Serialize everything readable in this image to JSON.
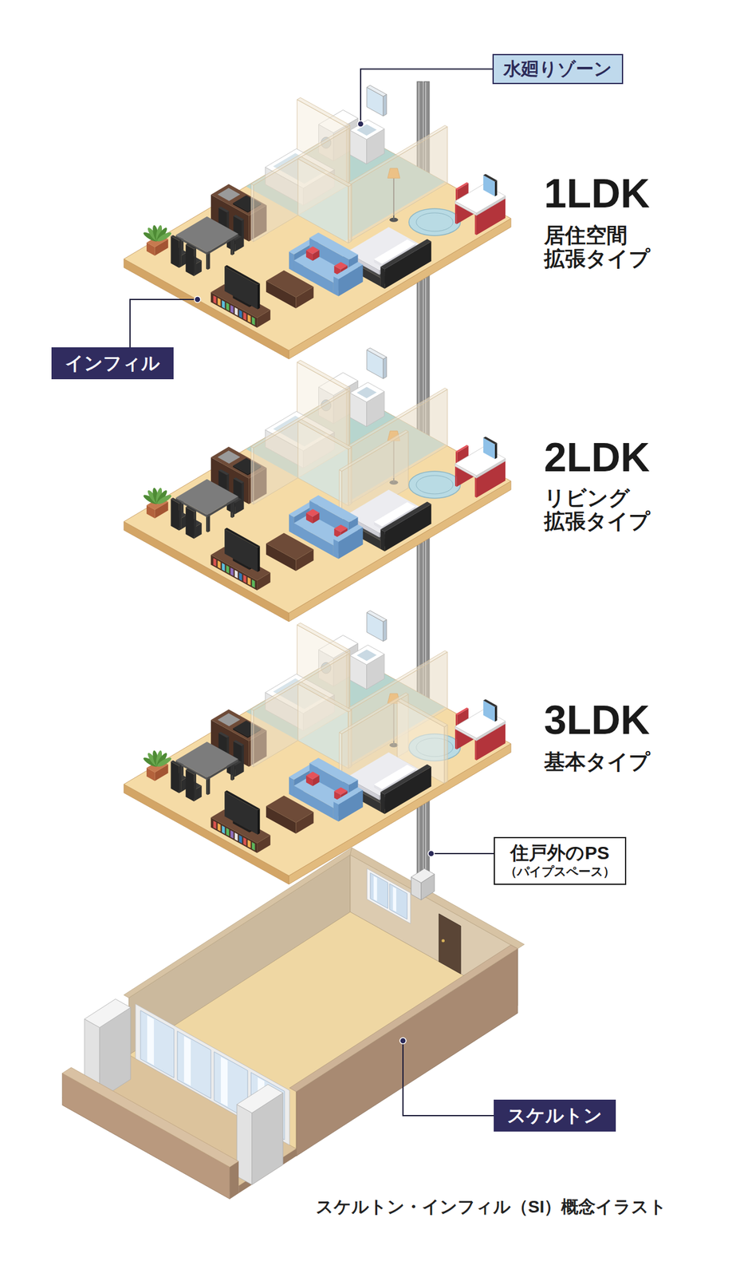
{
  "diagram": {
    "caption": "スケルトン・インフィル（SI）概念イラスト",
    "nodes": [
      {
        "text": [
          "水廻りゾーン"
        ]
      },
      {
        "text": [
          "インフィル"
        ]
      },
      {
        "text": [
          "住戸外のPS",
          "（パイプスペース）"
        ]
      },
      {
        "text": [
          "スケルトン"
        ]
      }
    ],
    "labels": [
      "1LDK",
      "居住空間 拡張タイプ",
      "2LDK",
      "リビング 拡張タイプ",
      "3LDK",
      "基本タイプ"
    ]
  }
}
